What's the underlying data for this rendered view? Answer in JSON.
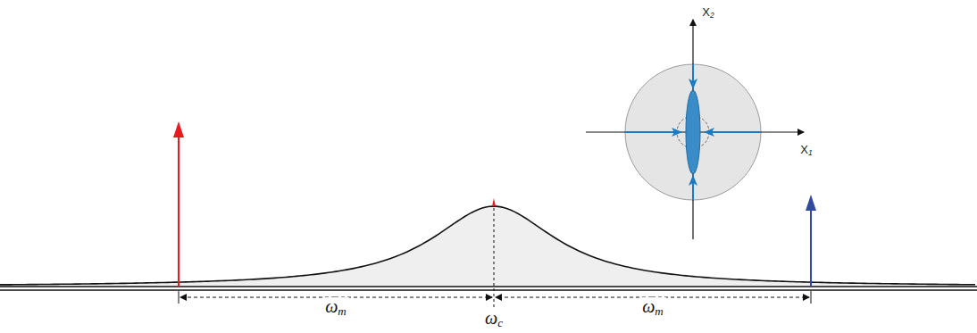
{
  "diagram": {
    "labels": [
      "ωm",
      "ωc",
      "ωm",
      "X2",
      "X1"
    ]
  }
}
